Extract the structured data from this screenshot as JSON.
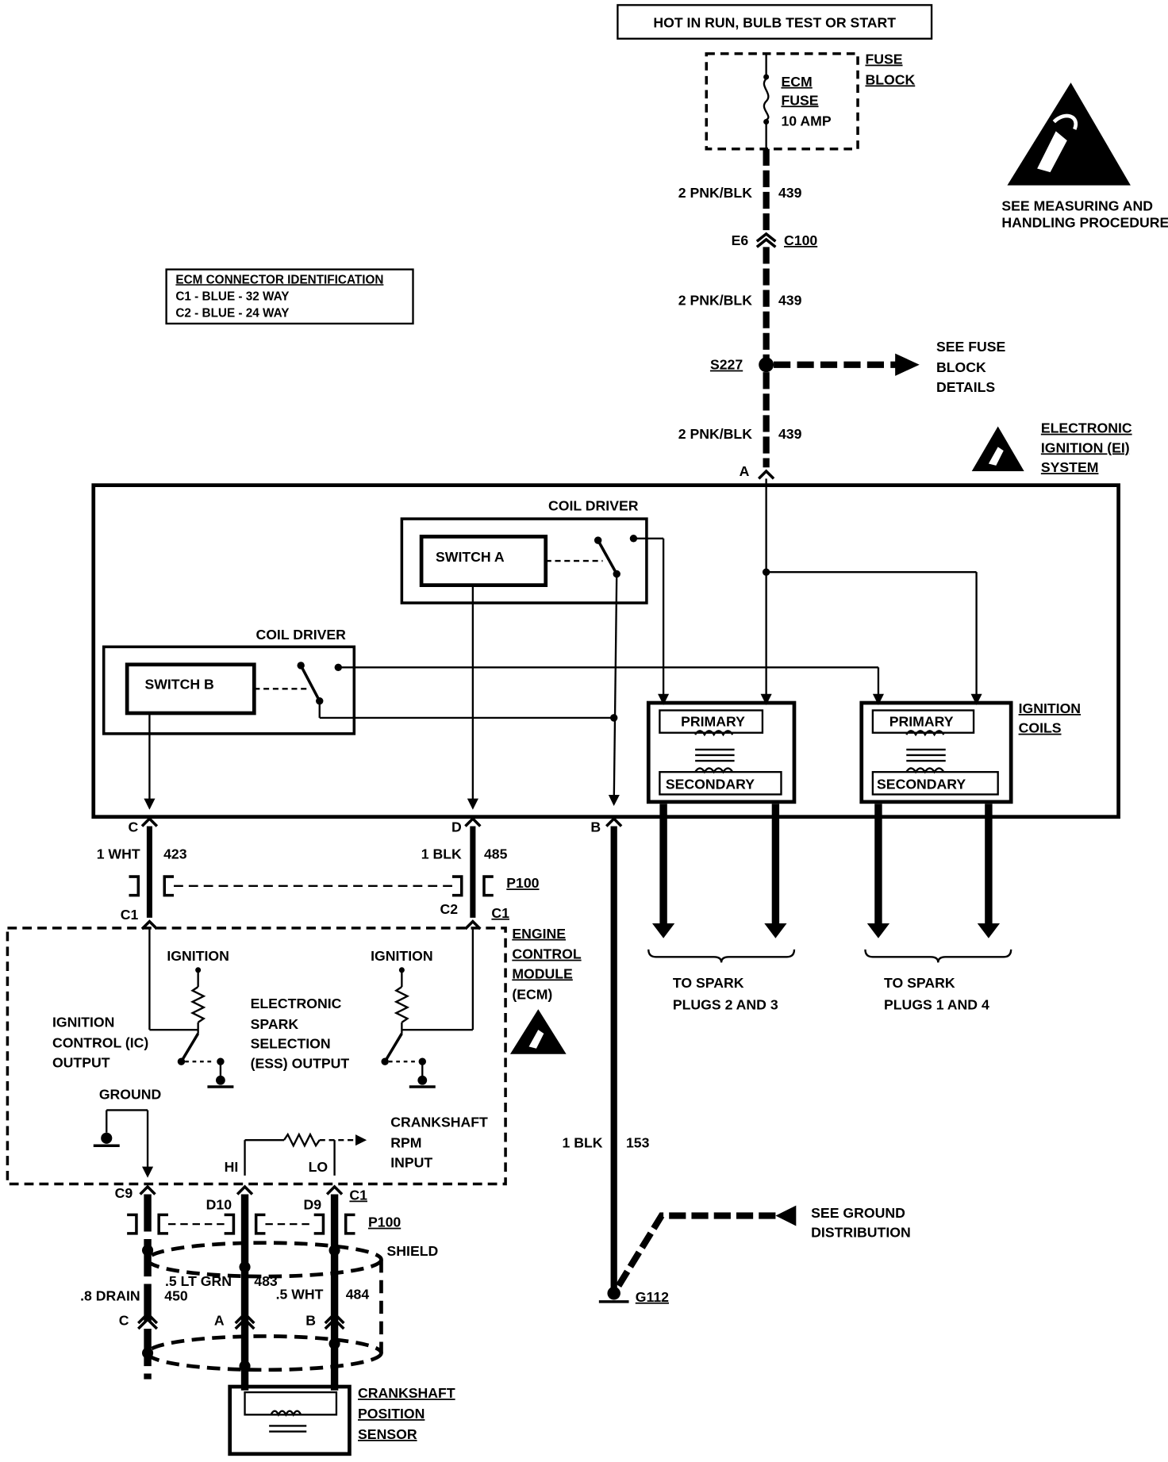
{
  "top_box": "HOT IN RUN, BULB TEST OR START",
  "fuse_block": [
    "FUSE",
    "BLOCK"
  ],
  "fuse": [
    "ECM",
    "FUSE",
    "10 AMP"
  ],
  "esd_note": [
    "SEE MEASURING AND",
    "HANDLING PROCEDURES"
  ],
  "ecm_conn": {
    "title": "ECM CONNECTOR IDENTIFICATION",
    "c1": "C1 - BLUE - 32 WAY",
    "c2": "C2 - BLUE - 24 WAY"
  },
  "wire_439": {
    "gauge": "2 PNK/BLK",
    "circuit": "439"
  },
  "e6": "E6",
  "c100": "C100",
  "s227": "S227",
  "fuse_details": [
    "SEE FUSE",
    "BLOCK",
    "DETAILS"
  ],
  "ei_system": [
    "ELECTRONIC",
    "IGNITION (EI)",
    "SYSTEM"
  ],
  "pin_a": "A",
  "coil_driver": "COIL DRIVER",
  "switch_a": "SWITCH A",
  "switch_b": "SWITCH B",
  "primary": "PRIMARY",
  "secondary": "SECONDARY",
  "ignition_coils": [
    "IGNITION",
    "COILS"
  ],
  "pins": {
    "c": "C",
    "d": "D",
    "b": "B"
  },
  "wire_423": {
    "gauge": "1 WHT",
    "circuit": "423"
  },
  "wire_485": {
    "gauge": "1 BLK",
    "circuit": "485"
  },
  "p100": "P100",
  "c1": "C1",
  "c2": "C2",
  "ecm": [
    "ENGINE",
    "CONTROL",
    "MODULE",
    "(ECM)"
  ],
  "ignition": "IGNITION",
  "ic_output": [
    "IGNITION",
    "CONTROL (IC)",
    "OUTPUT"
  ],
  "ess_output": [
    "ELECTRONIC",
    "SPARK",
    "SELECTION",
    "(ESS) OUTPUT"
  ],
  "ground": "GROUND",
  "crank_rpm": [
    "CRANKSHAFT",
    "RPM",
    "INPUT"
  ],
  "hi": "HI",
  "lo": "LO",
  "spark_23": [
    "TO SPARK",
    "PLUGS 2 AND 3"
  ],
  "spark_14": [
    "TO SPARK",
    "PLUGS 1 AND 4"
  ],
  "wire_153": {
    "gauge": "1 BLK",
    "circuit": "153"
  },
  "ground_dist": [
    "SEE GROUND",
    "DISTRIBUTION"
  ],
  "g112": "G112",
  "c9": "C9",
  "d10": "D10",
  "d9": "D9",
  "shield": "SHIELD",
  "wire_483": {
    "gauge": ".5 LT GRN",
    "circuit": "483"
  },
  "wire_484": {
    "gauge": ".5 WHT",
    "circuit": "484"
  },
  "drain": {
    "gauge": ".8 DRAIN",
    "circuit": "450"
  },
  "sensor_pins": {
    "c": "C",
    "a": "A",
    "b": "B"
  },
  "ckp_sensor": [
    "CRANKSHAFT",
    "POSITION",
    "SENSOR"
  ]
}
